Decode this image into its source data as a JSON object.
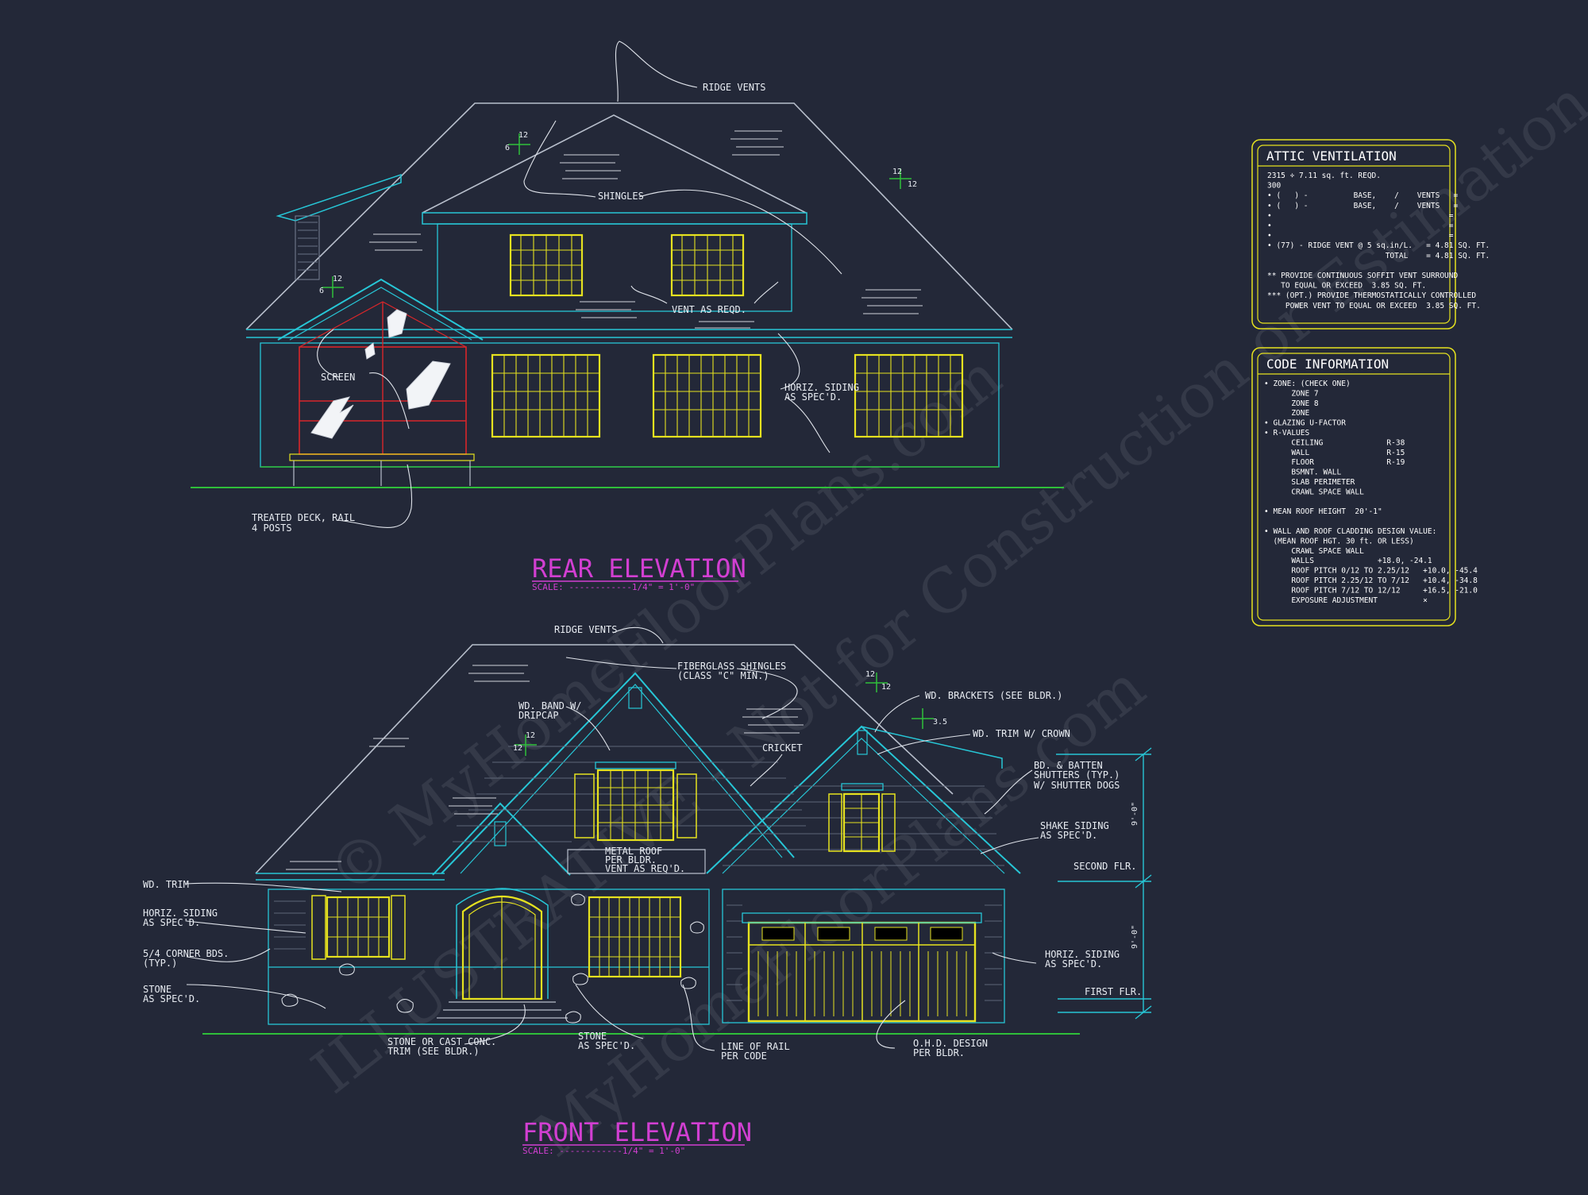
{
  "rear_elevation": {
    "title": "REAR ELEVATION",
    "scale": "SCALE: ------------1/4\" = 1'-0\"",
    "labels": {
      "ridge_vents": "RIDGE VENTS",
      "shingles": "SHINGLES",
      "vent": "VENT AS REQD.",
      "screen": "SCREEN",
      "siding_1": "HORIZ. SIDING",
      "siding_2": "AS SPEC'D.",
      "deck_1": "TREATED DECK, RAIL",
      "deck_2": "4 POSTS"
    },
    "pitch": {
      "rise_a": "6",
      "run_a": "12",
      "rise_b": "12",
      "run_b": "12",
      "rise_c": "6",
      "run_c": "12"
    }
  },
  "front_elevation": {
    "title": "FRONT ELEVATION",
    "scale": "SCALE: ------------1/4\" = 1'-0\"",
    "labels": {
      "ridge_vents": "RIDGE VENTS",
      "fiberglass_1": "FIBERGLASS SHINGLES",
      "fiberglass_2": "(CLASS \"C\" MIN.)",
      "band_1": "WD. BAND W/",
      "band_2": "DRIPCAP",
      "brackets": "WD. BRACKETS (SEE BLDR.)",
      "trim_crown": "WD. TRIM W/ CROWN",
      "cricket": "CRICKET",
      "shutters_1": "BD. & BATTEN",
      "shutters_2": "SHUTTERS (TYP.)",
      "shutters_3": "W/ SHUTTER DOGS",
      "shake_1": "SHAKE SIDING",
      "shake_2": "AS SPEC'D.",
      "metal_1": "METAL ROOF",
      "metal_2": "PER BLDR.",
      "metal_3": "VENT AS REQ'D.",
      "wd_trim": "WD. TRIM",
      "hsiding_l1": "HORIZ. SIDING",
      "hsiding_l2": "AS SPEC'D.",
      "corner_1": "5/4 CORNER BDS.",
      "corner_2": "(TYP.)",
      "stone_1": "STONE",
      "stone_2": "AS SPEC'D.",
      "cast_1": "STONE OR CAST CONC.",
      "cast_2": "TRIM (SEE BLDR.)",
      "stone_m1": "STONE",
      "stone_m2": "AS SPEC'D.",
      "rail_1": "LINE OF RAIL",
      "rail_2": "PER CODE",
      "ohd_1": "O.H.D. DESIGN",
      "ohd_2": "PER BLDR.",
      "hsiding_r1": "HORIZ. SIDING",
      "hsiding_r2": "AS SPEC'D.",
      "second_flr": "SECOND FLR.",
      "first_flr": "FIRST FLR.",
      "dim_upper": "9'-0\"",
      "dim_lower": "9'-0\""
    },
    "pitch": {
      "a": "12",
      "b": "12",
      "c": "3.5",
      "d": "12",
      "e": "12"
    }
  },
  "attic_ventilation": {
    "title": "ATTIC VENTILATION",
    "lines": [
      "2315 ÷ 7.11 sq. ft. REQD.",
      "300",
      "• (   ) -          BASE,    /    VENTS   =",
      "• (   ) -          BASE,    /    VENTS   =",
      "•                                       =",
      "•                                       =",
      "•                                       =",
      "• (77) - RIDGE VENT @ 5 sq.in/L.   = 4.81 SQ. FT.",
      "                          TOTAL    = 4.81 SQ. FT.",
      "",
      "** PROVIDE CONTINUOUS SOFFIT VENT SURROUND",
      "   TO EQUAL OR EXCEED  3.85 SQ. FT.",
      "*** (OPT.) PROVIDE THERMOSTATICALLY CONTROLLED",
      "    POWER VENT TO EQUAL OR EXCEED  3.85 SQ. FT."
    ]
  },
  "code_information": {
    "title": "CODE INFORMATION",
    "lines": [
      "• ZONE: (CHECK ONE)",
      "      ZONE 7",
      "      ZONE 8",
      "      ZONE",
      "• GLAZING U-FACTOR",
      "• R-VALUES",
      "      CEILING              R-38",
      "      WALL                 R-15",
      "      FLOOR                R-19",
      "      BSMNT. WALL",
      "      SLAB PERIMETER",
      "      CRAWL SPACE WALL",
      "",
      "• MEAN ROOF HEIGHT  20'-1\"",
      "",
      "• WALL AND ROOF CLADDING DESIGN VALUE:",
      "  (MEAN ROOF HGT. 30 ft. OR LESS)",
      "      CRAWL SPACE WALL",
      "      WALLS              +18.0, -24.1",
      "      ROOF PITCH 0/12 TO 2.25/12   +10.0, -45.4",
      "      ROOF PITCH 2.25/12 TO 7/12   +10.4, -34.8",
      "      ROOF PITCH 7/12 TO 12/12     +16.5, -21.0",
      "      EXPOSURE ADJUSTMENT          ×"
    ]
  },
  "watermark": {
    "line_1": "© MyHomeFloorPlans.com",
    "line_2": "ILLUSTRATIVE - Not for Construction or Estimation",
    "line_3": "MyHomeFloorPlans.com"
  },
  "colors": {
    "background": "#232838",
    "outline": "#b8bfcc",
    "cyan": "#27c6d6",
    "yellow": "#e6e21f",
    "magenta": "#d23fd2",
    "green": "#2fbf3a",
    "red": "#d8262a"
  }
}
